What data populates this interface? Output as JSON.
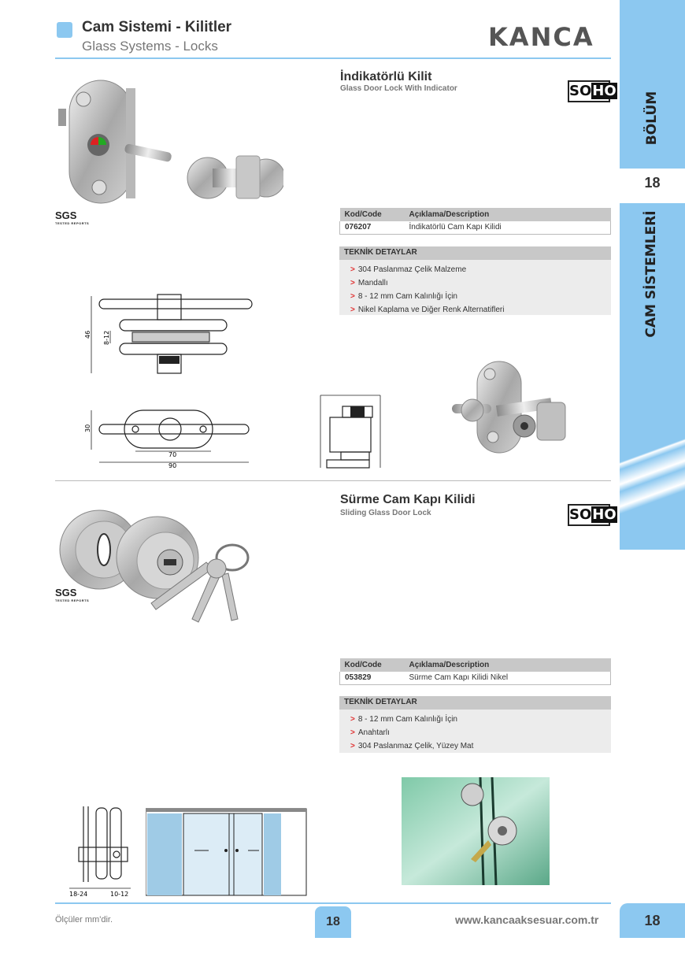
{
  "header": {
    "title": "Cam Sistemi - Kilitler",
    "subtitle": "Glass Systems - Locks",
    "brand": "KANCA"
  },
  "products": [
    {
      "title": "İndikatörlü Kilit",
      "subtitle": "Glass Door Lock With Indicator",
      "badge": {
        "left": "SO",
        "right": "HO"
      },
      "cert": "SGS",
      "cert_small": "TESTED REPORTS",
      "table": {
        "col_code": "Kod/Code",
        "col_desc": "Açıklama/Description",
        "code": "076207",
        "desc": "İndikatörlü Cam Kapı Kilidi"
      },
      "teknik_title": "TEKNİK DETAYLAR",
      "teknik": [
        "304 Paslanmaz Çelik Malzeme",
        "Mandallı",
        "8 - 12 mm Cam Kalınlığı İçin",
        "Nikel Kaplama ve Diğer Renk Alternatifleri"
      ],
      "dims": {
        "d46": "46",
        "d812": "8-12",
        "d30": "30",
        "d70": "70",
        "d90": "90"
      }
    },
    {
      "title": "Sürme Cam Kapı Kilidi",
      "subtitle": "Sliding Glass Door Lock",
      "badge": {
        "left": "SO",
        "right": "HO"
      },
      "cert": "SGS",
      "cert_small": "TESTED REPORTS",
      "table": {
        "col_code": "Kod/Code",
        "col_desc": "Açıklama/Description",
        "code": "053829",
        "desc": "Sürme Cam Kapı Kilidi Nikel"
      },
      "teknik_title": "TEKNİK DETAYLAR",
      "teknik": [
        "8 - 12 mm Cam Kalınlığı İçin",
        "Anahtarlı",
        "304 Paslanmaz Çelik, Yüzey Mat"
      ],
      "dims": {
        "d1824": "18-24",
        "d1012": "10-12"
      }
    }
  ],
  "side": {
    "bolum": "BÖLÜM",
    "num": "18",
    "cam": "CAM SİSTEMLERİ"
  },
  "footer": {
    "note": "Ölçüler mm'dir.",
    "page_center": "18",
    "url": "www.kancaaksesuar.com.tr",
    "page_right": "18"
  },
  "colors": {
    "accent": "#8cc8f0",
    "arrow": "#e03030",
    "table_header": "#c8c8c8"
  }
}
